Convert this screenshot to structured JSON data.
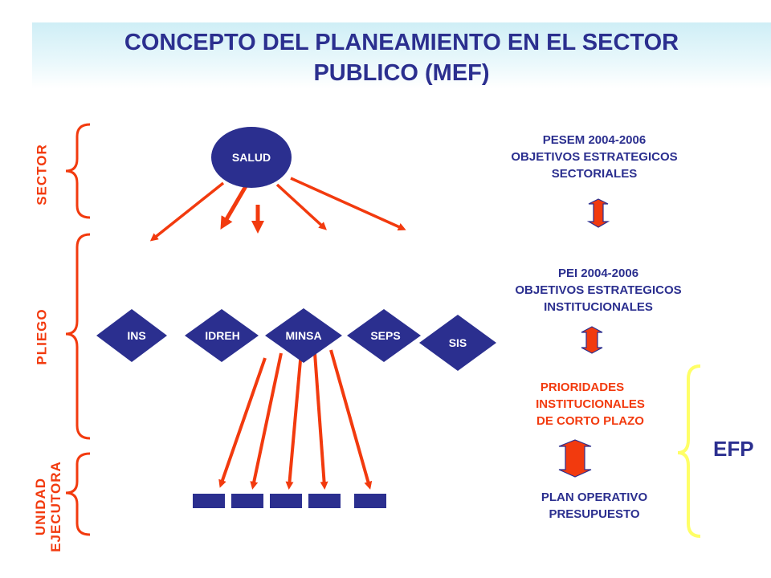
{
  "title": {
    "line1": "CONCEPTO DEL PLANEAMIENTO EN EL SECTOR",
    "line2": "PUBLICO (MEF)"
  },
  "levels": {
    "sector": "SECTOR",
    "pliego": "PLIEGO",
    "unidad_line1": "UNIDAD",
    "unidad_line2": "EJECUTORA"
  },
  "nodes": {
    "root": "SALUD",
    "pliegos": [
      "INS",
      "IDREH",
      "MINSA",
      "SEPS",
      "SIS"
    ]
  },
  "right": {
    "pesem": [
      "PESEM 2004-2006",
      "OBJETIVOS ESTRATEGICOS",
      "SECTORIALES"
    ],
    "pei": [
      "PEI 2004-2006",
      "OBJETIVOS ESTRATEGICOS",
      "INSTITUCIONALES"
    ],
    "prioridades": [
      "PRIORIDADES",
      "INSTITUCIONALES",
      "DE CORTO PLAZO"
    ],
    "plan": [
      "PLAN OPERATIVO",
      "PRESUPUESTO"
    ],
    "efp": "EFP"
  },
  "colors": {
    "navy": "#2b2f8f",
    "orange_red": "#f23a0e",
    "yellow_brace": "#ffff66"
  }
}
